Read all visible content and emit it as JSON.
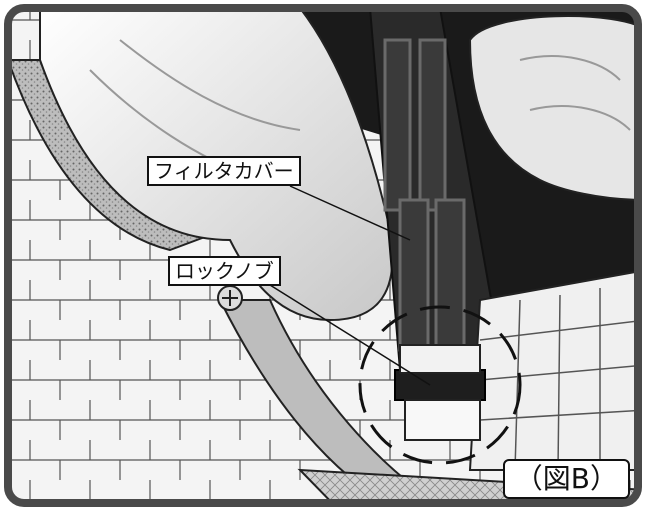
{
  "labels": {
    "filter_cover": "フィルタカバー",
    "lock_knob": "ロックノブ",
    "figure_id": "（図B）"
  },
  "colors": {
    "frame": "#4a4a4a",
    "wall": "#f2f2f2",
    "dark": "#1a1a1a"
  }
}
